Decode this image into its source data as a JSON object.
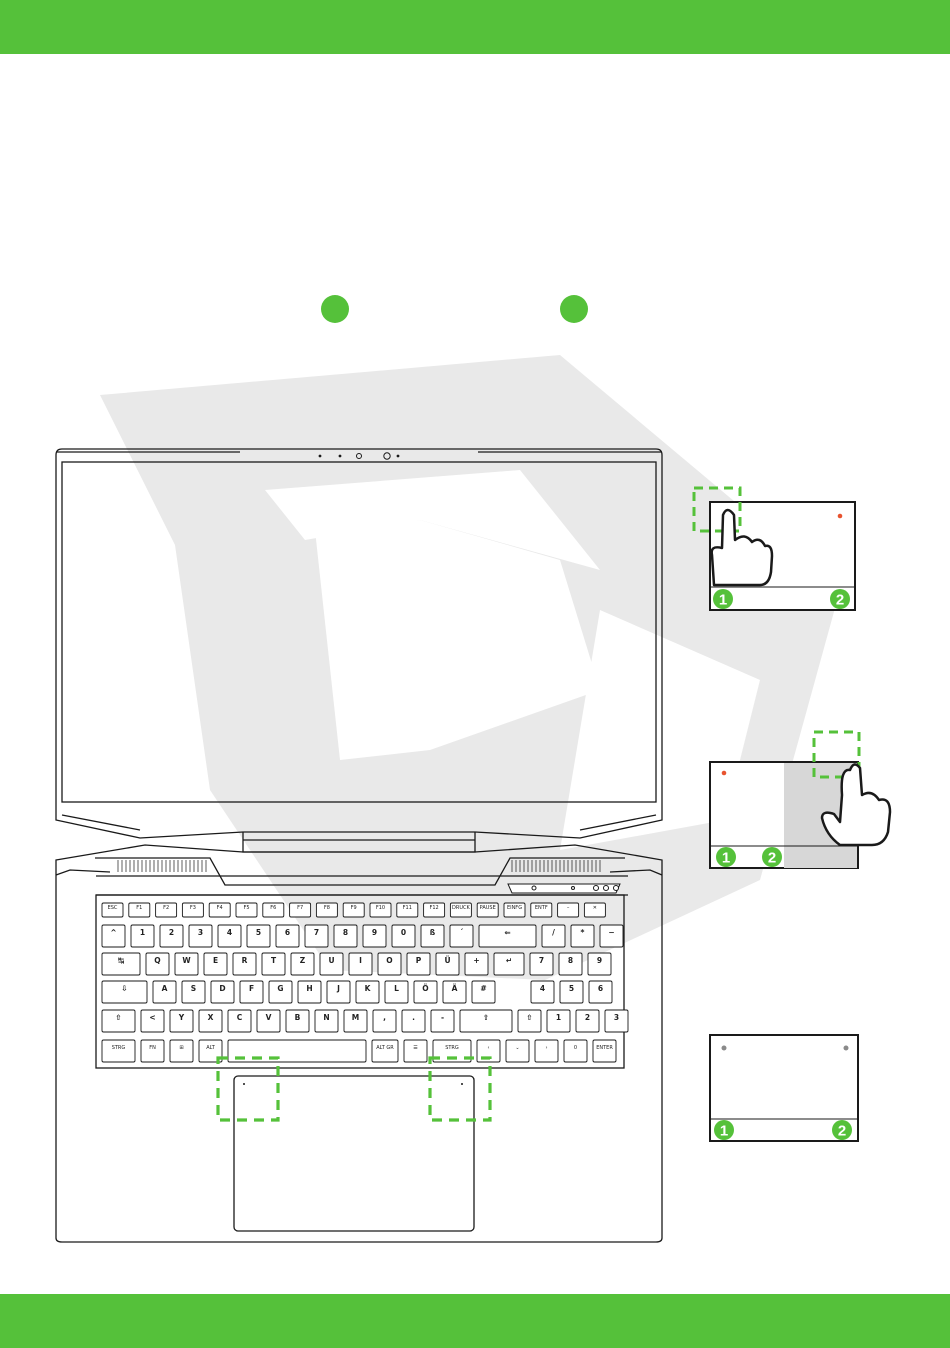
{
  "colors": {
    "accent": "#55c13a",
    "line": "#1a1a1a",
    "watermark": "#e6e6e6",
    "led": "#e8532f"
  },
  "keyboard": {
    "row1": [
      "ESC",
      "F1",
      "F2",
      "F3",
      "F4",
      "F5",
      "F6",
      "F7",
      "F8",
      "F9",
      "F10",
      "F11",
      "F12",
      "DRUCK",
      "PAUSE",
      "EINFG",
      "ENTF",
      "–",
      "✕"
    ],
    "row2": [
      "^",
      "1",
      "2",
      "3",
      "4",
      "5",
      "6",
      "7",
      "8",
      "9",
      "0",
      "ß",
      "´",
      "⇐",
      "/",
      "*",
      "−"
    ],
    "row3": [
      "↹",
      "Q",
      "W",
      "E",
      "R",
      "T",
      "Z",
      "U",
      "I",
      "O",
      "P",
      "Ü",
      "+",
      "↵",
      "7",
      "8",
      "9"
    ],
    "row4": [
      "⇩",
      "A",
      "S",
      "D",
      "F",
      "G",
      "H",
      "J",
      "K",
      "L",
      "Ö",
      "Ä",
      "#",
      "4",
      "5",
      "6"
    ],
    "row5": [
      "⇧",
      "<",
      "Y",
      "X",
      "C",
      "V",
      "B",
      "N",
      "M",
      ",",
      ".",
      "-",
      "⇧",
      "⇧",
      "1",
      "2",
      "3"
    ],
    "row6": [
      "STRG",
      "FN",
      "⊞",
      "ALT",
      "ALT GR",
      "☰",
      "STRG",
      "‹",
      "⌄",
      "›",
      "0",
      "ENTER"
    ]
  },
  "panels": [
    {
      "name": "touchpad-illustration-1",
      "badges": [
        "1",
        "2"
      ]
    },
    {
      "name": "touchpad-illustration-2",
      "badges": [
        "1",
        "2"
      ]
    },
    {
      "name": "touchpad-illustration-3",
      "badges": [
        "1",
        "2"
      ]
    }
  ]
}
